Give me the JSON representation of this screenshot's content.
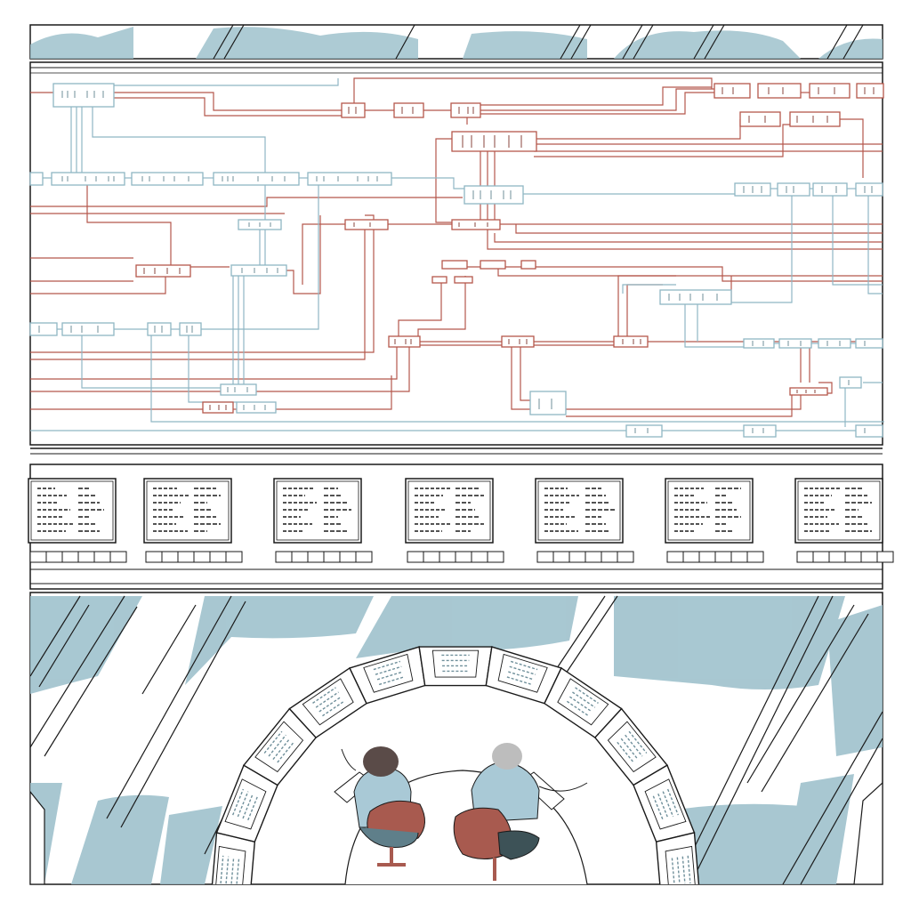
{
  "image": {
    "kind": "illustration",
    "alt": ""
  },
  "colors": {
    "paper": "#ffffff",
    "ink": "#1a1a1a",
    "sky_blue": "#9fc2cd",
    "wire_red": "#b5574c",
    "wire_blue": "#8fb6c4",
    "chair_red": "#a85a4f",
    "shirt_blue": "#a9c9d6",
    "hair_dark": "#5a4b48",
    "hair_grey": "#bdbdbd",
    "pants_dark": "#3d5257"
  },
  "panels": [
    {
      "id": "top-window-strip"
    },
    {
      "id": "circuit-diagram-board"
    },
    {
      "id": "monitor-console-row",
      "monitor_count": 7
    },
    {
      "id": "overhead-control-room"
    }
  ],
  "figures": [
    {
      "id": "operator-left",
      "hair": "dark"
    },
    {
      "id": "operator-right",
      "hair": "grey"
    }
  ]
}
